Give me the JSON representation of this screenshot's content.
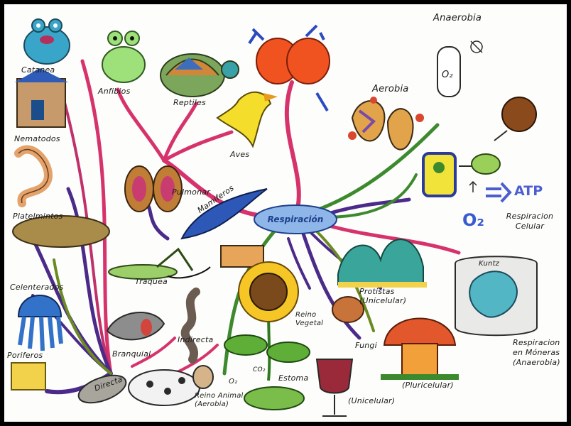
{
  "center": {
    "label": "Respiración"
  },
  "labels": {
    "catanea": "Catanea",
    "anfibios": "Anfibios",
    "reptiles": "Reptiles",
    "aves": "Aves",
    "nematodos": "Nematodos",
    "pulmonar": "Pulmonar",
    "mamiferos": "Mamiferos",
    "platelmintos": "Platelmintos",
    "traquea": "Traquea",
    "celenterados": "Celenterados",
    "branquial": "Branquial",
    "indirecta": "Indirecta",
    "poriferos": "Poriferos",
    "directa": "Directa",
    "reino_animal": "Reino Animal (Aerobia)",
    "reino_vegetal": "Reino Vegetal",
    "estoma": "Estoma",
    "co2": "CO₂",
    "o2_small": "O₂",
    "protistas": "Protistas (Unicelular)",
    "fungi": "Fungi",
    "unicelular": "(Unicelular)",
    "pluricelular": "(Pluricelular)",
    "aerobia": "Aerobia",
    "anaerobia": "Anaerobia",
    "o2_tank": "O₂",
    "o2_big": "O₂",
    "atp": "ATP",
    "resp_celular": "Respiracion Celular",
    "resp_moneras": "Respiracion en Móneras (Anaerobia)",
    "kuntz": "Kuntz"
  },
  "colors": {
    "pink_branch": "#d6336c",
    "purple_branch": "#4b2a8a",
    "green_branch": "#3d8a2e",
    "olive_branch": "#6a8a22",
    "center_fill": "#8fb6e8"
  }
}
